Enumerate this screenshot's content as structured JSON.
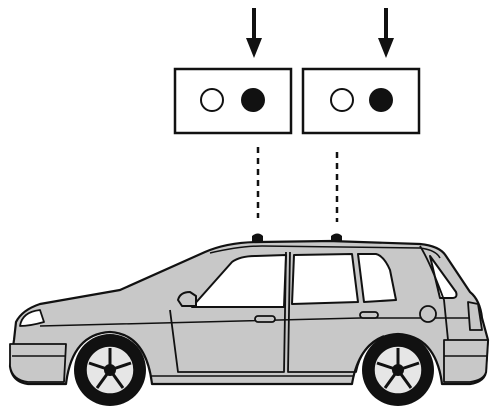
{
  "diagram": {
    "indicator_panels": [
      {
        "position": "front",
        "indicators": [
          {
            "state": "off"
          },
          {
            "state": "on"
          }
        ]
      },
      {
        "position": "rear",
        "indicators": [
          {
            "state": "off"
          },
          {
            "state": "on"
          }
        ]
      }
    ],
    "vehicle": {
      "type": "hatchback",
      "fill": "#c8c8c8",
      "window_fill": "#ffffff"
    },
    "colors": {
      "ink": "#111111",
      "indicator_on": "#111111",
      "indicator_off": "#ffffff"
    }
  }
}
